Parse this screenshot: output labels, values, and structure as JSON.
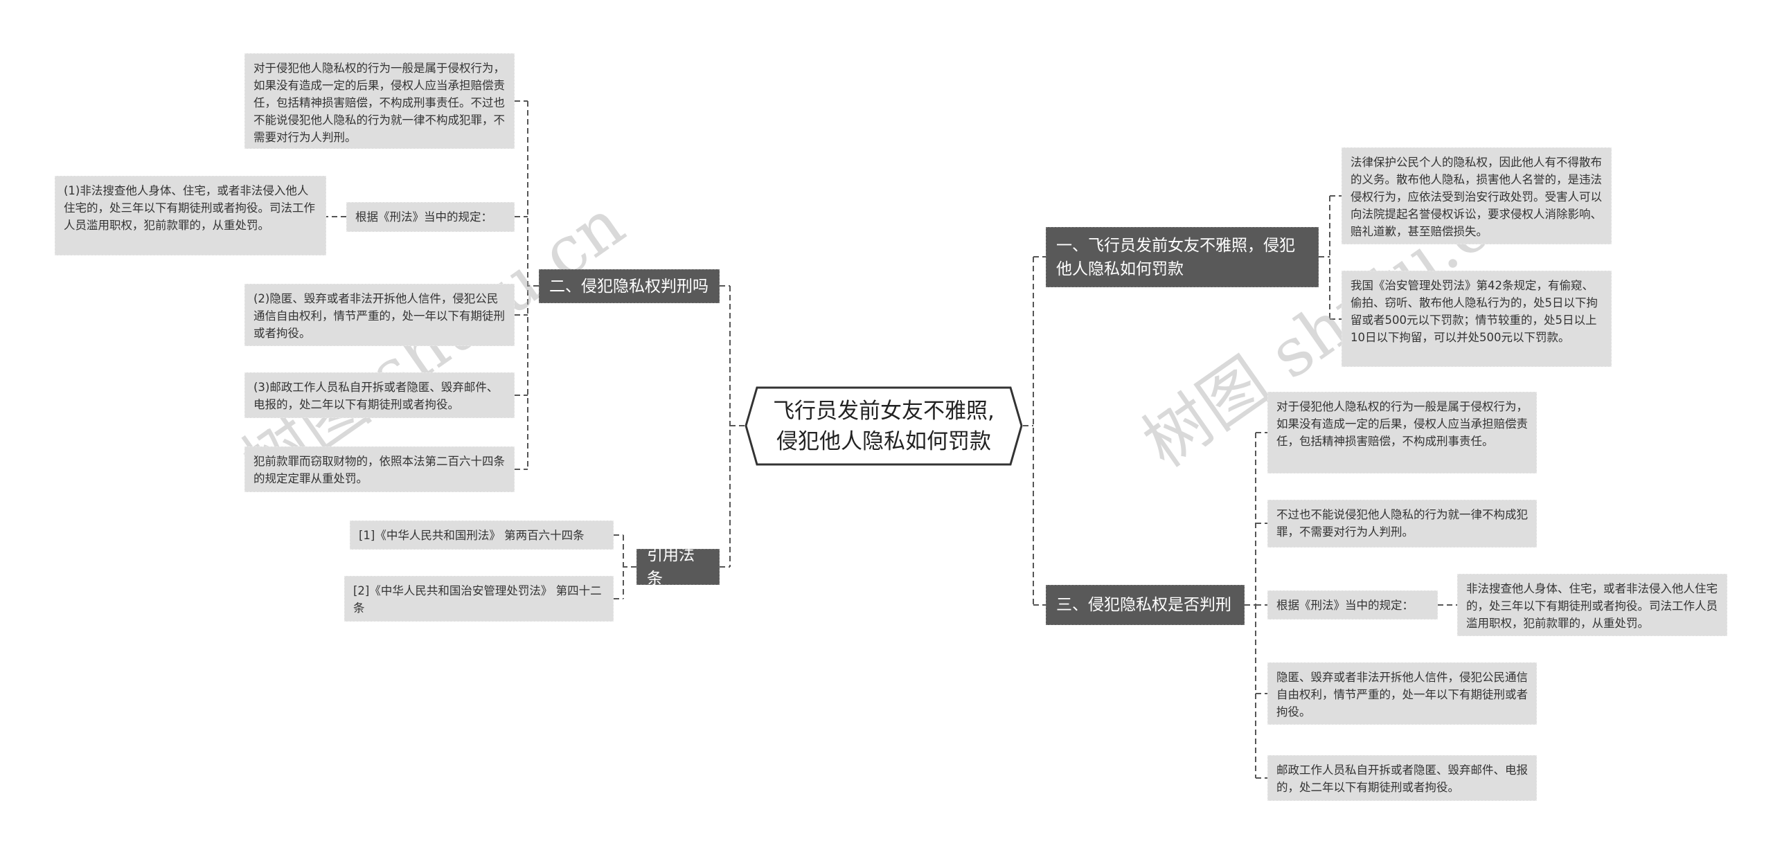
{
  "root": {
    "title": "飞行员发前女友不雅照,侵犯他人隐私如何罚款"
  },
  "branches": {
    "b1": {
      "label": "一、飞行员发前女友不雅照，侵犯他人隐私如何罚款",
      "children": [
        "法律保护公民个人的隐私权，因此他人有不得散布的义务。散布他人隐私，损害他人名誉的，是违法侵权行为，应依法受到治安行政处罚。受害人可以向法院提起名誉侵权诉讼，要求侵权人消除影响、赔礼道歉，甚至赔偿损失。",
        "我国《治安管理处罚法》第42条规定，有偷窥、偷拍、窃听、散布他人隐私行为的，处5日以下拘留或者500元以下罚款；情节较重的，处5日以上10日以下拘留，可以并处500元以下罚款。"
      ]
    },
    "b2": {
      "label": "二、侵犯隐私权判刑吗",
      "children": [
        "对于侵犯他人隐私权的行为一般是属于侵权行为，如果没有造成一定的后果，侵权人应当承担赔偿责任，包括精神损害赔偿，不构成刑事责任。不过也不能说侵犯他人隐私的行为就一律不构成犯罪，不需要对行为人判刑。",
        "根据《刑法》当中的规定：",
        "(2)隐匿、毁弃或者非法开拆他人信件，侵犯公民通信自由权利，情节严重的，处一年以下有期徒刑或者拘役。",
        "(3)邮政工作人员私自开拆或者隐匿、毁弃邮件、电报的，处二年以下有期徒刑或者拘役。",
        "犯前款罪而窃取财物的，依照本法第二百六十四条的规定定罪从重处罚。"
      ],
      "grandchild": "(1)非法搜查他人身体、住宅，或者非法侵入他人住宅的，处三年以下有期徒刑或者拘役。司法工作人员滥用职权，犯前款罪的，从重处罚。"
    },
    "b3": {
      "label": "三、侵犯隐私权是否判刑",
      "children": [
        "对于侵犯他人隐私权的行为一般是属于侵权行为，如果没有造成一定的后果，侵权人应当承担赔偿责任，包括精神损害赔偿，不构成刑事责任。",
        "不过也不能说侵犯他人隐私的行为就一律不构成犯罪，不需要对行为人判刑。",
        "根据《刑法》当中的规定：",
        "隐匿、毁弃或者非法开拆他人信件，侵犯公民通信自由权利，情节严重的，处一年以下有期徒刑或者拘役。",
        "邮政工作人员私自开拆或者隐匿、毁弃邮件、电报的，处二年以下有期徒刑或者拘役。"
      ],
      "grandchild": "非法搜查他人身体、住宅，或者非法侵入他人住宅的，处三年以下有期徒刑或者拘役。司法工作人员滥用职权，犯前款罪的，从重处罚。"
    },
    "b4": {
      "label": "引用法条",
      "children": [
        "[1]《中华人民共和国刑法》 第两百六十四条",
        "[2]《中华人民共和国治安管理处罚法》 第四十二条"
      ]
    }
  },
  "watermark": "树图 shutu.cn",
  "colors": {
    "branch": "#595959",
    "leaf": "#dedede",
    "line": "#555555"
  }
}
